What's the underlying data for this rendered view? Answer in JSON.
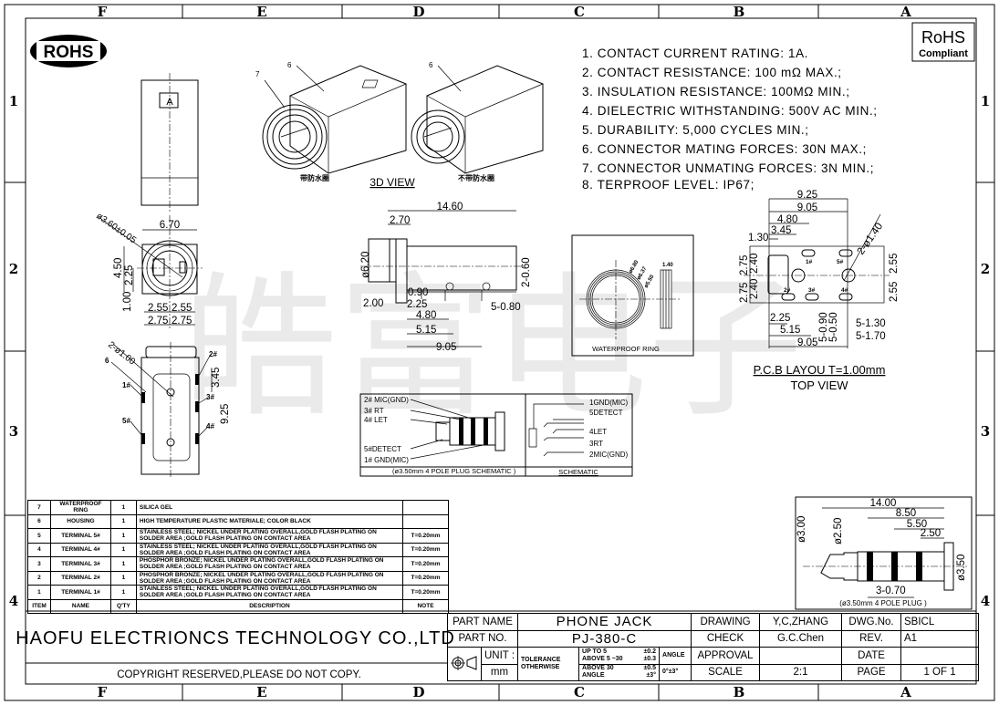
{
  "grid": {
    "columns": [
      "F",
      "E",
      "D",
      "C",
      "B",
      "A"
    ],
    "rows": [
      "1",
      "2",
      "3",
      "4"
    ]
  },
  "logos": {
    "rohs": "ROHS",
    "rohs_compliant_1": "RoHS",
    "rohs_compliant_2": "Compliant",
    "watermark": "皓富电子"
  },
  "notes": [
    "1. CONTACT CURRENT RATING: 1A.",
    "2. CONTACT RESISTANCE: 100 mΩ MAX.;",
    "3. INSULATION RESISTANCE: 100MΩ MIN.;",
    "4. DIELECTRIC WITHSTANDING: 500V AC MIN.;",
    "5. DURABILITY: 5,000 CYCLES MIN.;",
    "6. CONNECTOR MATING FORCES: 30N   MAX.;",
    "7. CONNECTOR UNMATING FORCES: 3N MIN.;",
    "8. TERPROOF LEVEL: IP67;"
  ],
  "views": {
    "top_label": "A",
    "view3d_title": "3D VIEW",
    "with_ring": "带防水圈",
    "without_ring": "不带防水圈",
    "callout_6": "6",
    "callout_7": "7",
    "waterproof_ring": "WATERPROOF RING",
    "pcb_title": "P.C.B LAYOU T=1.00mm",
    "top_view": "TOP VIEW"
  },
  "dims": {
    "front": {
      "d360": "ø3.60±0.05",
      "w670": "6.70",
      "h450": "4.50",
      "h225": "2.25",
      "h100": "1.00",
      "a": "2.55",
      "b": "2.55",
      "c": "2.75",
      "d": "2.75"
    },
    "bottom": {
      "holes": "2-ø1.00",
      "d345": "3.45",
      "d925": "9.25",
      "p1": "1#",
      "p2": "2#",
      "p3": "3#",
      "p4": "4#",
      "p5": "5#",
      "c6": "6"
    },
    "side": {
      "d1460": "14.60",
      "d270": "2.70",
      "d620": "ø6.20",
      "d060": "2-0.60",
      "d200": "2.00",
      "d090": "0.90",
      "d225": "2.25",
      "d080": "5-0.80",
      "d480": "4.80",
      "d515": "5.15",
      "d905": "9.05"
    },
    "ring": {
      "r1": "ø6.80",
      "r2": "ø6.37",
      "r3": "ø5.50",
      "w": "1.40"
    },
    "pcb": {
      "d925": "9.25",
      "d905": "9.05",
      "d480": "4.80",
      "d345": "3.45",
      "d130": "1.30",
      "d140": "2-ø1.40",
      "l275": "2.75",
      "l240": "2.40",
      "l275b": "2.75",
      "l240b": "2.40",
      "r255": "2.55",
      "r255b": "2.55",
      "d225": "2.25",
      "d515": "5.15",
      "d905b": "9.05",
      "d090": "5-0.90",
      "d050": "5-0.50",
      "d130b": "5-1.30",
      "d170": "5-1.70",
      "p1": "1#",
      "p2": "2#",
      "p3": "3#",
      "p4": "4#",
      "p5": "5#"
    },
    "plug": {
      "d1400": "14.00",
      "d850": "8.50",
      "d550": "5.50",
      "d250": "2.50",
      "d300": "ø3.00",
      "d250b": "ø2.50",
      "d350": "ø3.50",
      "d070": "3-0.70",
      "caption": "(ø3.50mm 4 POLE PLUG )"
    }
  },
  "schematic": {
    "left": [
      "2# MIC(GND)",
      "3# RT",
      "4# LET",
      "5#DETECT",
      "1# GND(MIC)"
    ],
    "left_caption": "(ø3.50mm 4 POLE PLUG SCHEMATIC )",
    "right": [
      "1GND(MIC)",
      "5DETECT",
      "4LET",
      "3RT",
      "2MIC(GND)"
    ],
    "right_caption": "SCHEMATIC"
  },
  "bom": {
    "rows": [
      {
        "item": "7",
        "name": "WATERPROOF RING",
        "qty": "1",
        "desc": "SILICA GEL",
        "note": ""
      },
      {
        "item": "6",
        "name": "HOUSING",
        "qty": "1",
        "desc": "HIGH TEMPERATURE PLASTIC MATERIALE; COLOR BLACK",
        "note": ""
      },
      {
        "item": "5",
        "name": "TERMINAL 5#",
        "qty": "1",
        "desc": "STAINLESS STEEL; NICKEL UNDER PLATING OVERALL,GOLD FLASH PLATING ON SOLDER AREA ;GOLD FLASH PLATING ON CONTACT AREA",
        "note": "T=0.20mm"
      },
      {
        "item": "4",
        "name": "TERMINAL 4#",
        "qty": "1",
        "desc": "STAINLESS STEEL; NICKEL UNDER PLATING OVERALL,GOLD FLASH PLATING ON SOLDER AREA ;GOLD FLASH PLATING ON CONTACT AREA",
        "note": "T=0.20mm"
      },
      {
        "item": "3",
        "name": "TERMINAL 3#",
        "qty": "1",
        "desc": "PHOSPHOR BRONZE; NICKEL UNDER PLATING OVERALL,GOLD FLASH PLATING ON SOLDER AREA ;GOLD FLASH PLATING ON CONTACT AREA",
        "note": "T=0.20mm"
      },
      {
        "item": "2",
        "name": "TERMINAL 2#",
        "qty": "1",
        "desc": "PHOSPHOR BRONZE; NICKEL UNDER PLATING OVERALL,GOLD FLASH PLATING ON SOLDER AREA ;GOLD FLASH PLATING ON CONTACT AREA",
        "note": "T=0.20mm"
      },
      {
        "item": "1",
        "name": "TERMINAL 1#",
        "qty": "1",
        "desc": "STAINLESS STEEL; NICKEL UNDER PLATING OVERALL,GOLD FLASH PLATING ON SOLDER AREA ;GOLD FLASH PLATING ON CONTACT AREA",
        "note": "T=0.20mm"
      }
    ],
    "header": {
      "item": "ITEM",
      "name": "NAME",
      "qty": "Q'TY",
      "desc": "DESCRIPTION",
      "note": "NOTE"
    }
  },
  "title_block": {
    "company": "HAOFU ELECTRIONCS TECHNOLOGY CO.,LTD",
    "copyright": "COPYRIGHT RESERVED,PLEASE DO NOT COPY.",
    "part_name_label": "PART NAME",
    "part_name": "PHONE JACK",
    "part_no_label": "PART NO.",
    "part_no": "PJ-380-C",
    "unit_label": "UNIT :",
    "unit": "mm",
    "tolerance_1": "TOLERANCE",
    "tolerance_2": "OTHERWISE",
    "tol_up5": "UP TO 5",
    "tol_up5_v": "±0.2",
    "tol_5_30": "ABOVE 5 ~30",
    "tol_5_30_v": "±0.3",
    "tol_30": "ABOVE 30",
    "tol_30_v": "±0.5",
    "tol_angle": "ANGLE",
    "tol_angle_v": "±3°",
    "angle_label": "ANGLE",
    "angle_value": "0°±3°",
    "drawing_label": "DRAWING",
    "drawing": "Y,C,ZHANG",
    "check_label": "CHECK",
    "check": "G.C.Chen",
    "approval_label": "APPROVAL",
    "approval": "",
    "scale_label": "SCALE",
    "scale": "2:1",
    "dwg_label": "DWG.No.",
    "dwg": "SBICL",
    "rev_label": "REV.",
    "rev": "A1",
    "date_label": "DATE",
    "date": "",
    "page_label": "PAGE",
    "page": "1 OF 1"
  }
}
